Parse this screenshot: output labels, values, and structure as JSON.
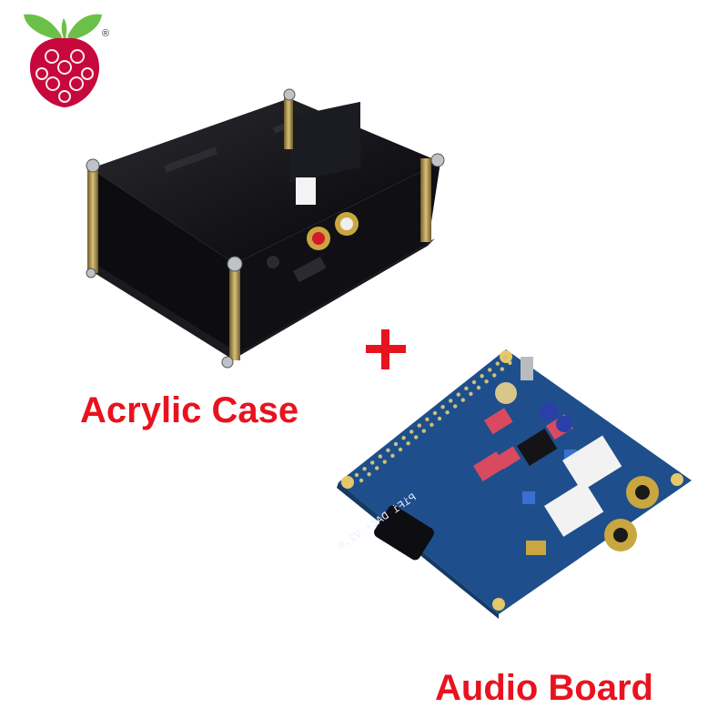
{
  "brand": {
    "logo_name": "raspberry-pi-logo",
    "registered_mark": "®",
    "colors": {
      "berry": "#c7083c",
      "leaf": "#6cc04a"
    }
  },
  "products": {
    "case": {
      "label": "Acrylic Case",
      "color": "#0d0d10"
    },
    "board": {
      "label": "Audio Board",
      "silkscreen": "PiFi DAC+ V2.0",
      "color": "#1e4f8c"
    }
  },
  "combo": {
    "plus_icon": "plus-icon"
  },
  "colors": {
    "caption": "#e8131f",
    "plus": "#e8131f",
    "background": "#ffffff"
  }
}
